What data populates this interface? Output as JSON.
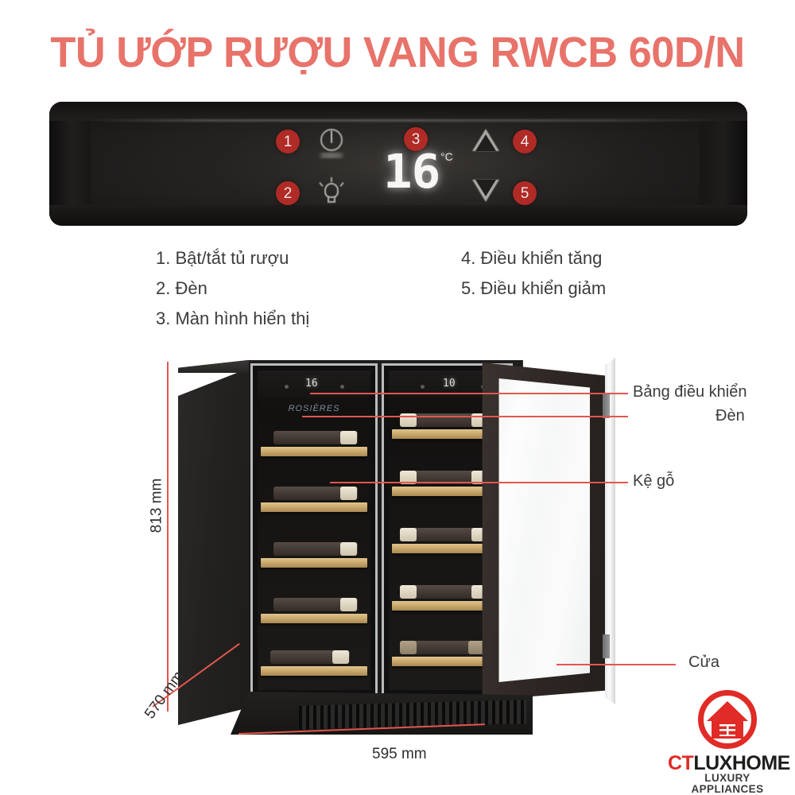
{
  "title": "TỦ ƯỚP RƯỢU VANG RWCB 60D/N",
  "colors": {
    "title_red": "#e8736a",
    "badge_red": "#b02a26",
    "line_red": "#e2564f",
    "logo_red": "#e02b26",
    "text_dark": "#3c3c3c"
  },
  "control_panel": {
    "badges": [
      "1",
      "2",
      "3",
      "4",
      "5"
    ],
    "icons": [
      "power-icon",
      "light-bulb-icon",
      "temperature-display",
      "arrow-up-icon",
      "arrow-down-icon"
    ],
    "temperature_value": "16",
    "temperature_unit": "°C"
  },
  "legend": {
    "left": [
      "1. Bật/tắt tủ rượu",
      "2. Đèn",
      "3. Màn hình hiển thị"
    ],
    "right": [
      "4. Điều khiển tăng",
      "5. Điều khiển giảm"
    ]
  },
  "product": {
    "brand_on_door": "ROSIÈRES",
    "left_door_readout": "16",
    "right_door_readout": "10",
    "callouts": [
      "Bảng điều khiển",
      "Đèn",
      "Kệ gỗ",
      "Cửa"
    ]
  },
  "dimensions": {
    "height": "813 mm",
    "width": "595 mm",
    "depth": "570 mm"
  },
  "logo": {
    "mark": "house-in-circle-icon",
    "name_part1": "CT",
    "name_part2": "LUXHOME",
    "tagline": "LUXURY APPLIANCES"
  }
}
